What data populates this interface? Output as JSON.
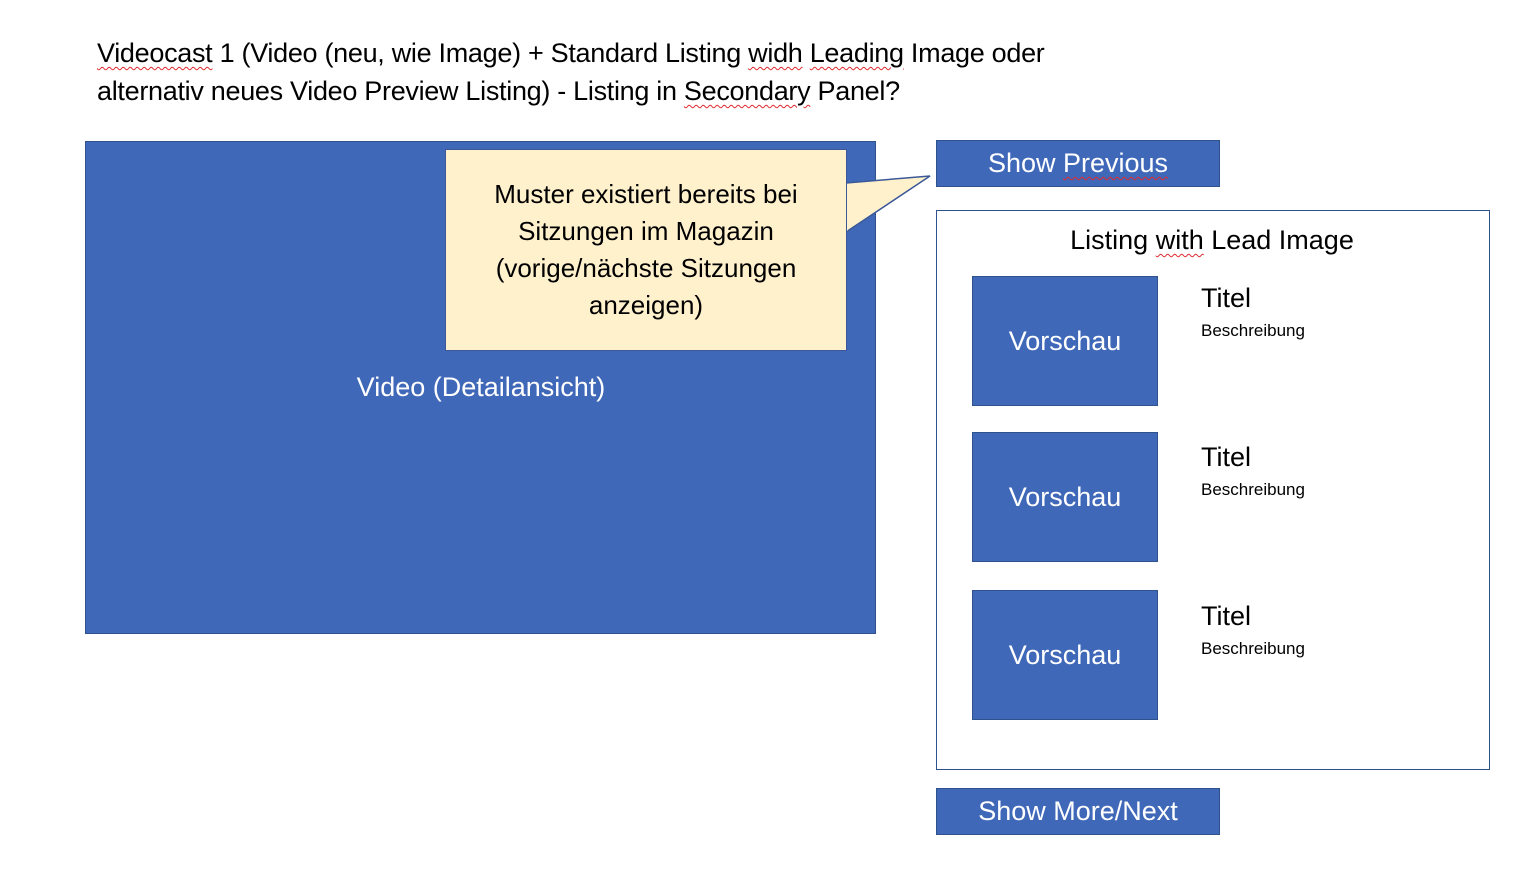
{
  "header": {
    "line1_parts": [
      "Videocast",
      " 1 (Video (neu, wie Image) + Standard Listing ",
      "widh",
      " ",
      "Leading",
      " Image oder"
    ],
    "line2_parts": [
      "alternativ neues Video Preview Listing) - Listing in ",
      "Secondary",
      " Panel?"
    ]
  },
  "video": {
    "label": "Video (Detailansicht)"
  },
  "callout": {
    "text": "Muster existiert bereits bei Sitzungen im Magazin (vorige/nächste Sitzungen anzeigen)"
  },
  "buttons": {
    "previous_parts": [
      "Show ",
      "Previous"
    ],
    "next": "Show More/Next"
  },
  "listing": {
    "title_parts": [
      "Listing ",
      "with",
      " Lead Image"
    ],
    "items": [
      {
        "preview": "Vorschau",
        "title": "Titel",
        "description": "Beschreibung"
      },
      {
        "preview": "Vorschau",
        "title": "Titel",
        "description": "Beschreibung"
      },
      {
        "preview": "Vorschau",
        "title": "Titel",
        "description": "Beschreibung"
      }
    ]
  },
  "colors": {
    "primary_blue": "#4068b8",
    "border_blue": "#2f528f",
    "callout_fill": "#fff1cc",
    "spellcheck_red": "#e0282e"
  }
}
